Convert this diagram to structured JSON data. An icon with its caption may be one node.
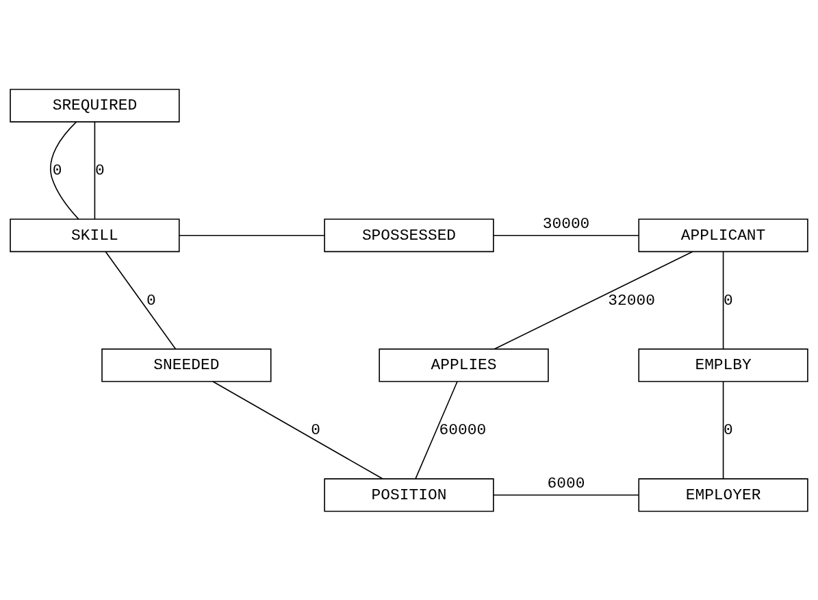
{
  "diagram": {
    "nodes": [
      {
        "text": [
          "SREQUIRED"
        ]
      },
      {
        "text": [
          "SKILL"
        ]
      },
      {
        "text": [
          "SPOSSESSED"
        ]
      },
      {
        "text": [
          "APPLICANT"
        ]
      },
      {
        "text": [
          "SNEEDED"
        ]
      },
      {
        "text": [
          "APPLIES"
        ]
      },
      {
        "text": [
          "EMPLBY"
        ]
      },
      {
        "text": [
          "POSITION"
        ]
      },
      {
        "text": [
          "EMPLOYER"
        ]
      }
    ],
    "edges": [
      {
        "from": 0,
        "to": 1,
        "arrow": "none",
        "label": "0"
      },
      {
        "from": 0,
        "to": 1,
        "arrow": "none",
        "label": "0"
      },
      {
        "from": 1,
        "to": 2,
        "arrow": "none"
      },
      {
        "from": 2,
        "to": 3,
        "arrow": "none",
        "label": "30000"
      },
      {
        "from": 1,
        "to": 4,
        "arrow": "none",
        "label": "0"
      },
      {
        "from": 3,
        "to": 5,
        "arrow": "none",
        "label": "32000"
      },
      {
        "from": 3,
        "to": 6,
        "arrow": "none",
        "label": "0"
      },
      {
        "from": 4,
        "to": 7,
        "arrow": "none",
        "label": "0"
      },
      {
        "from": 5,
        "to": 7,
        "arrow": "none",
        "label": "60000"
      },
      {
        "from": 6,
        "to": 8,
        "arrow": "none",
        "label": "0"
      },
      {
        "from": 7,
        "to": 8,
        "arrow": "none",
        "label": "6000"
      }
    ]
  }
}
